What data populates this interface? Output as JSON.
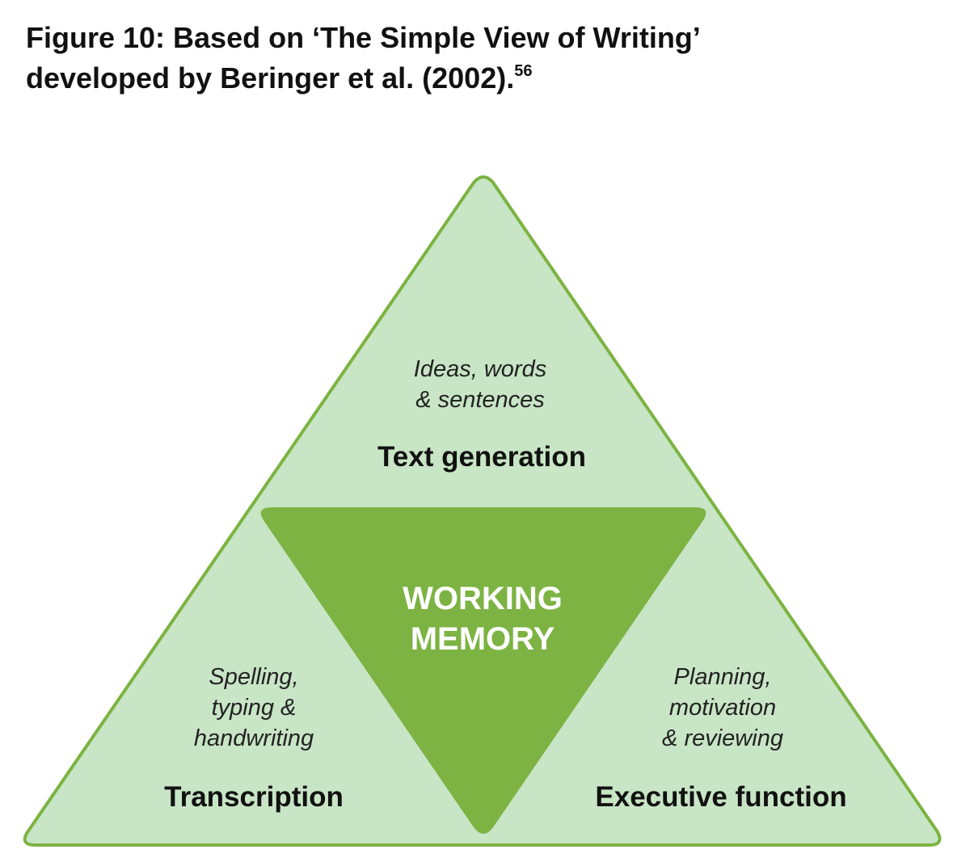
{
  "figure": {
    "title_line1": "Figure 10: Based on ‘The Simple View of Writing’",
    "title_line2": "developed by Beringer et al. (2002).",
    "title_superscript": "56"
  },
  "diagram": {
    "top_section": {
      "description_line1": "Ideas, words",
      "description_line2": "&  sentences",
      "label": "Text generation"
    },
    "left_section": {
      "description_line1": "Spelling,",
      "description_line2": "typing &",
      "description_line3": "handwriting",
      "label": "Transcription"
    },
    "right_section": {
      "description_line1": "Planning,",
      "description_line2": "motivation",
      "description_line3": "& reviewing",
      "label": "Executive function"
    },
    "center": {
      "label_line1": "WORKING",
      "label_line2": "MEMORY"
    }
  },
  "colors": {
    "outer_fill": "#c8e5c5",
    "outer_stroke": "#7cb342",
    "center_fill": "#7cb342",
    "center_text": "#ffffff"
  }
}
